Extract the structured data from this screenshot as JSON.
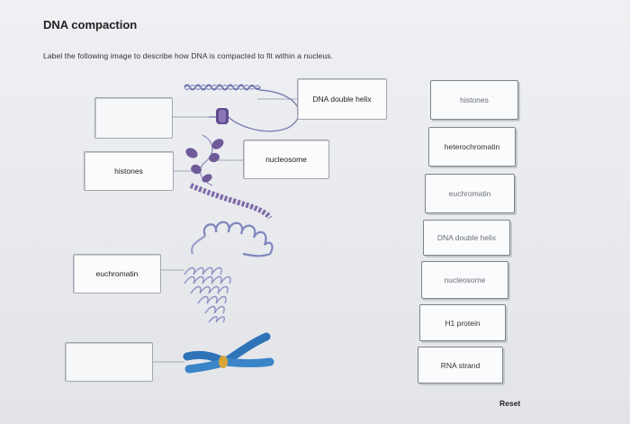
{
  "page": {
    "title": "DNA compaction",
    "instructions": "Label the following image to describe how DNA is compacted to fit within a nucleus."
  },
  "targets": [
    {
      "id": "t1",
      "label": ""
    },
    {
      "id": "t2",
      "label": "DNA double helix"
    },
    {
      "id": "t3",
      "label": "nucleosome"
    },
    {
      "id": "t4",
      "label": "histones"
    },
    {
      "id": "t5",
      "label": "euchromatin"
    },
    {
      "id": "t6",
      "label": ""
    }
  ],
  "word_bank": [
    {
      "label": "histones",
      "style": "light"
    },
    {
      "label": "heterochromatin",
      "style": "dark"
    },
    {
      "label": "euchromatin",
      "style": "light"
    },
    {
      "label": "DNA double helix",
      "style": "light"
    },
    {
      "label": "nucleosome",
      "style": "light"
    },
    {
      "label": "H1 protein",
      "style": "dark"
    },
    {
      "label": "RNA strand",
      "style": "dark"
    }
  ],
  "controls": {
    "reset_label": "Reset"
  },
  "colors": {
    "helix": "#6b6fa8",
    "nucleosome": "#6f5a9a",
    "fiber": "#8d8ab8",
    "chromosome": "#2e73b8",
    "centromere": "#d7a43a",
    "leader": "#a2a6b4"
  }
}
